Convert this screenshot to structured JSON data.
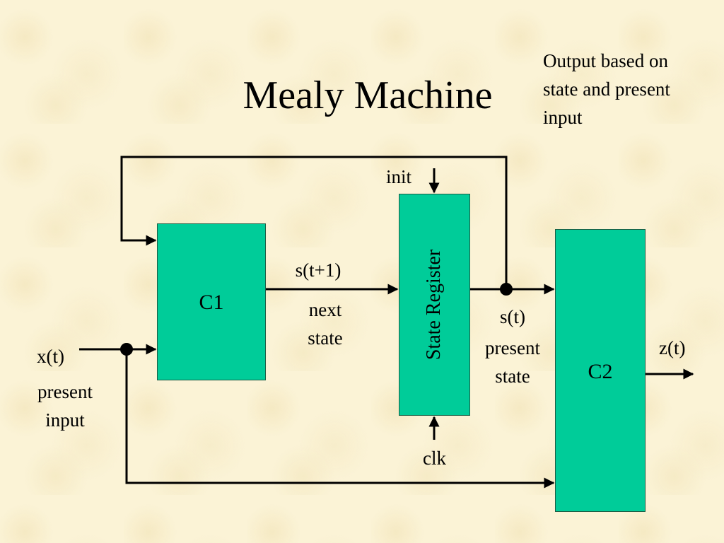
{
  "title": "Mealy Machine",
  "note": [
    "Output based on",
    "state and present",
    "input"
  ],
  "blocks": {
    "c1": "C1",
    "state_register": "State Register",
    "c2": "C2"
  },
  "signals": {
    "next_state": "s(t+1)",
    "next_state_desc": [
      "next",
      "state"
    ],
    "present_state": "s(t)",
    "present_state_desc": [
      "present",
      "state"
    ],
    "input": "x(t)",
    "input_desc": [
      "present",
      "input"
    ],
    "output": "z(t)",
    "init": "init",
    "clk": "clk"
  }
}
